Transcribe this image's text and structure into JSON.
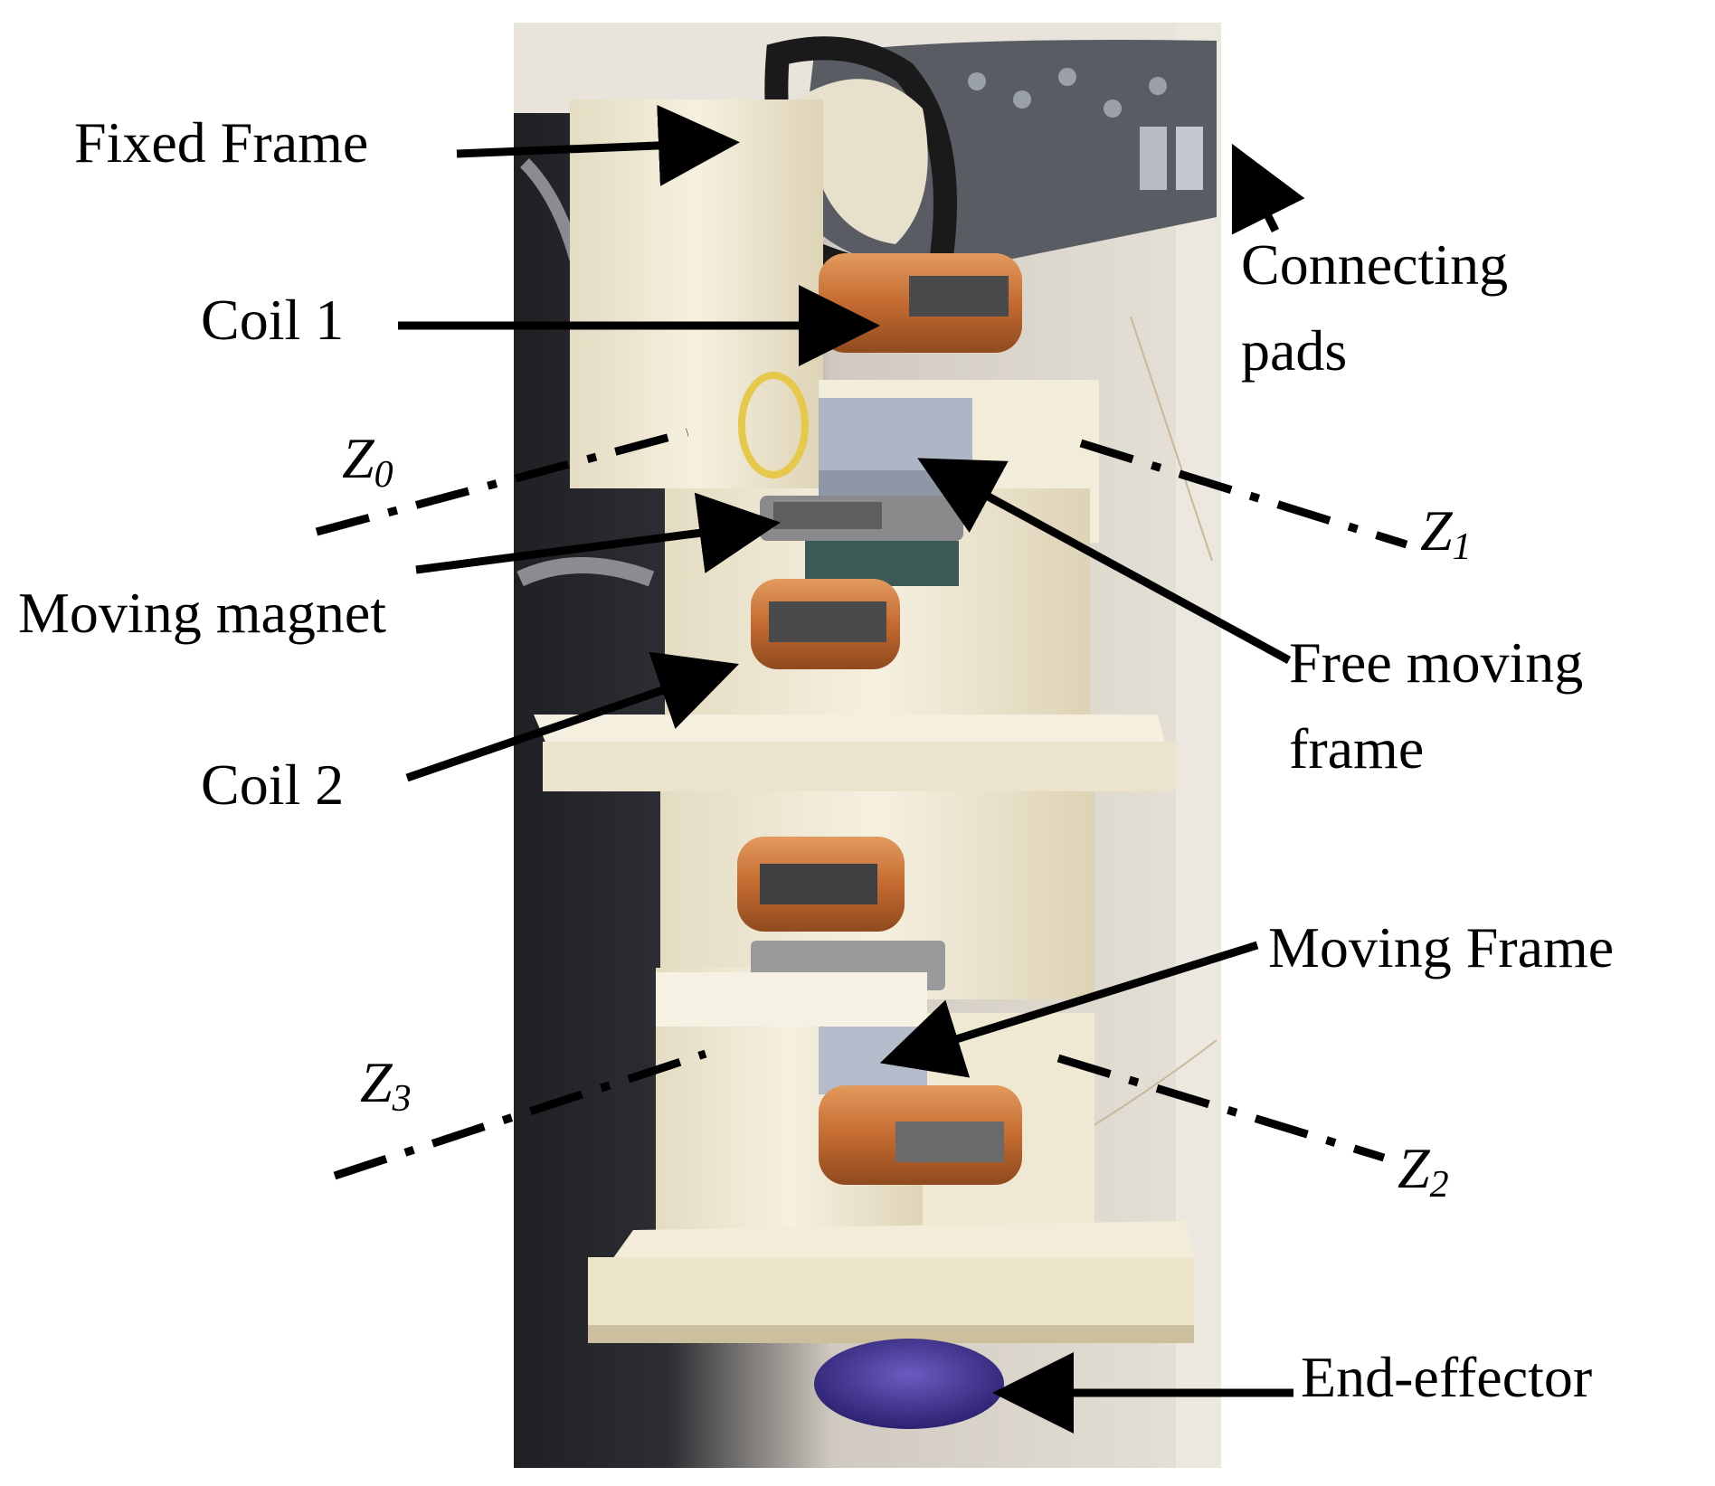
{
  "figure": {
    "labels": {
      "fixed_frame": "Fixed Frame",
      "coil_1": "Coil 1",
      "connecting_pads_line1": "Connecting",
      "connecting_pads_line2": "pads",
      "moving_magnet": "Moving magnet",
      "coil_2": "Coil 2",
      "free_moving_frame_line1": "Free moving",
      "free_moving_frame_line2": "frame",
      "moving_frame": "Moving Frame",
      "end_effector": "End-effector"
    },
    "axes": [
      {
        "letter": "Z",
        "index": "0"
      },
      {
        "letter": "Z",
        "index": "1"
      },
      {
        "letter": "Z",
        "index": "2"
      },
      {
        "letter": "Z",
        "index": "3"
      }
    ],
    "colors": {
      "background_light": "#e9e6df",
      "background_dark": "#26272b",
      "frame_white": "#f0ead8",
      "frame_shadow": "#d8cfb4",
      "copper": "#c8743a",
      "copper_dark": "#8f4a1e",
      "magnet": "#6f6f70",
      "end_effector": "#3d2f86",
      "annotation": "#000000"
    }
  }
}
